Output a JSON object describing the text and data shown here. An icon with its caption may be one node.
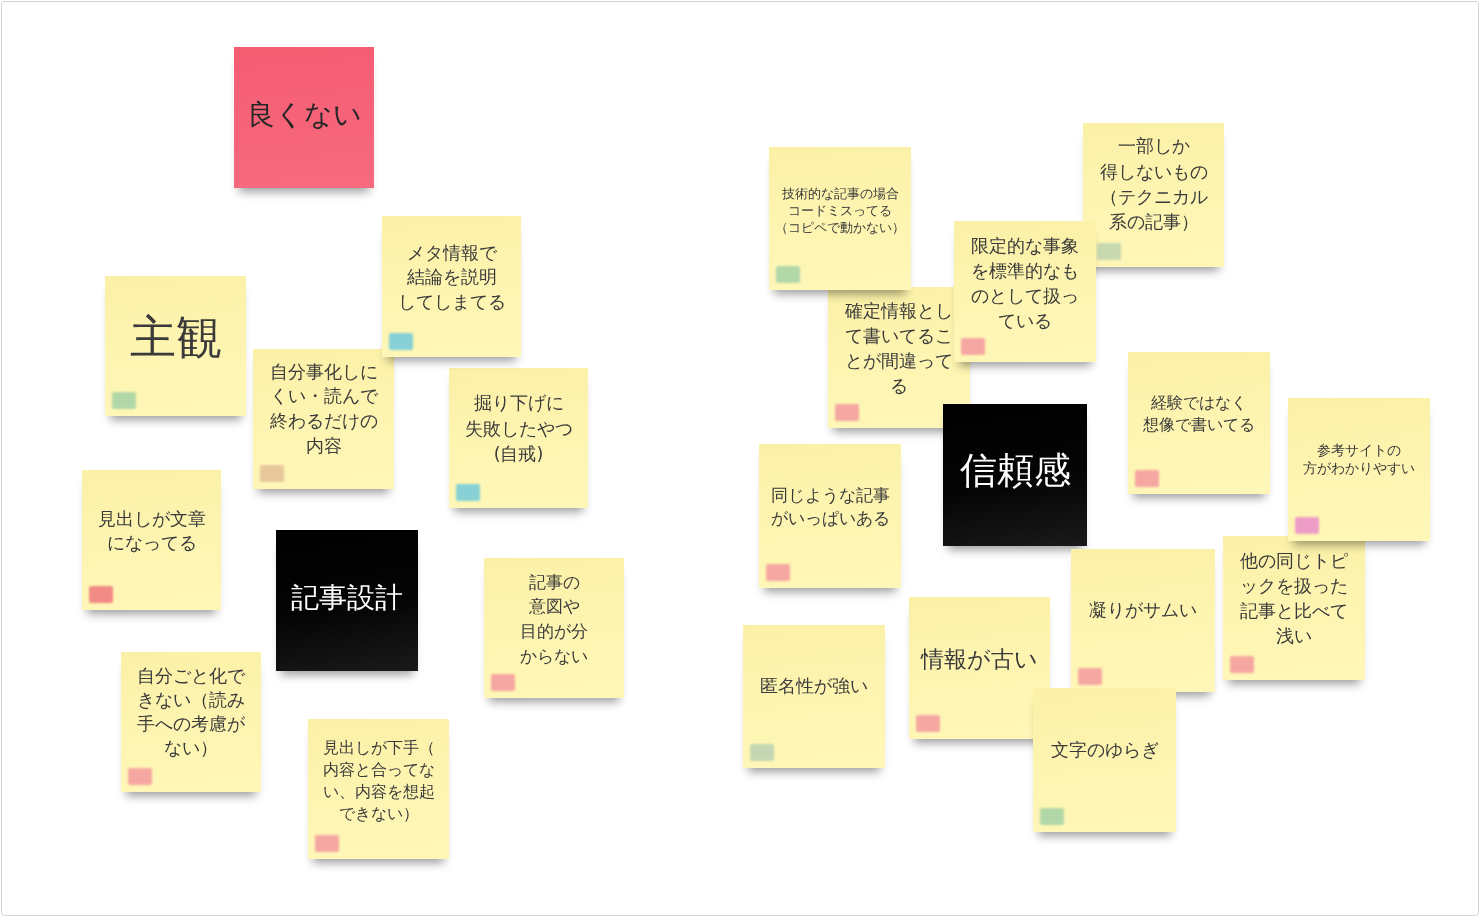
{
  "diagram": {
    "nodes": [
      {
        "text": [
          "良くない"
        ]
      },
      {
        "text": [
          "主観"
        ]
      },
      {
        "text": [
          "メタ情報で結論を説明してしまてる"
        ]
      },
      {
        "text": [
          "自分事化しにくい・読んで終わるだけの内容"
        ]
      },
      {
        "text": [
          "掘り下げに失敗したやつ(自戒)"
        ]
      },
      {
        "text": [
          "見出しが文章になってる"
        ]
      },
      {
        "text": [
          "記事設計"
        ]
      },
      {
        "text": [
          "記事の意図や目的が分からない"
        ]
      },
      {
        "text": [
          "自分ごと化できない（読み手への考慮がない）"
        ]
      },
      {
        "text": [
          "見出しが下手（内容と合ってない、内容を想起できない）"
        ]
      },
      {
        "text": [
          "技術的な記事の場合コードミスってる（コピペで動かない）"
        ]
      },
      {
        "text": [
          "一部しか得しないもの（テクニカル系の記事）"
        ]
      },
      {
        "text": [
          "限定的な事象を標準的なものとして扱っている"
        ]
      },
      {
        "text": [
          "確定情報として書いてることが間違ってる"
        ]
      },
      {
        "text": [
          "信頼感"
        ]
      },
      {
        "text": [
          "経験ではなく想像で書いてる"
        ]
      },
      {
        "text": [
          "参考サイトの方がわかりやすい"
        ]
      },
      {
        "text": [
          "同じような記事がいっぱいある"
        ]
      },
      {
        "text": [
          "他の同じトピックを扱った記事と比べて浅い"
        ]
      },
      {
        "text": [
          "凝りがサムい"
        ]
      },
      {
        "text": [
          "匿名性が強い"
        ]
      },
      {
        "text": [
          "情報が古い"
        ]
      },
      {
        "text": [
          "文字のゆらぎ"
        ]
      }
    ]
  }
}
